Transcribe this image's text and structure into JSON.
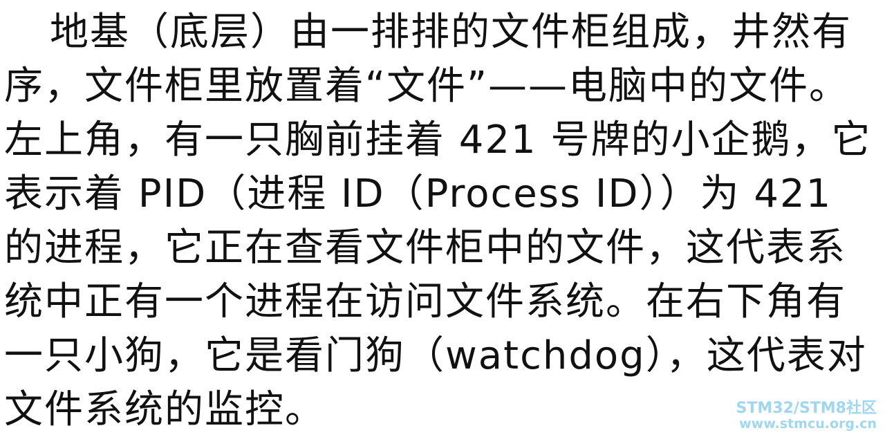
{
  "document": {
    "lines": [
      "地基（底层）由一排排的文件柜组成，井然有",
      "序，文件柜里放置着“文件”——电脑中的文件。",
      "左上角，有一只胸前挂着 421 号牌的小企鹅，它",
      "表示着 PID（进程 ID（Process ID））为 421",
      "的进程，它正在查看文件柜中的文件，这代表系",
      "统中正有一个进程在访问文件系统。在右下角有",
      "一只小狗，它是看门狗（watchdog），这代表对",
      "文件系统的监控。"
    ]
  },
  "watermark": {
    "title": "STM32/STM8社区",
    "url": "www.stmcu.org.cn"
  }
}
